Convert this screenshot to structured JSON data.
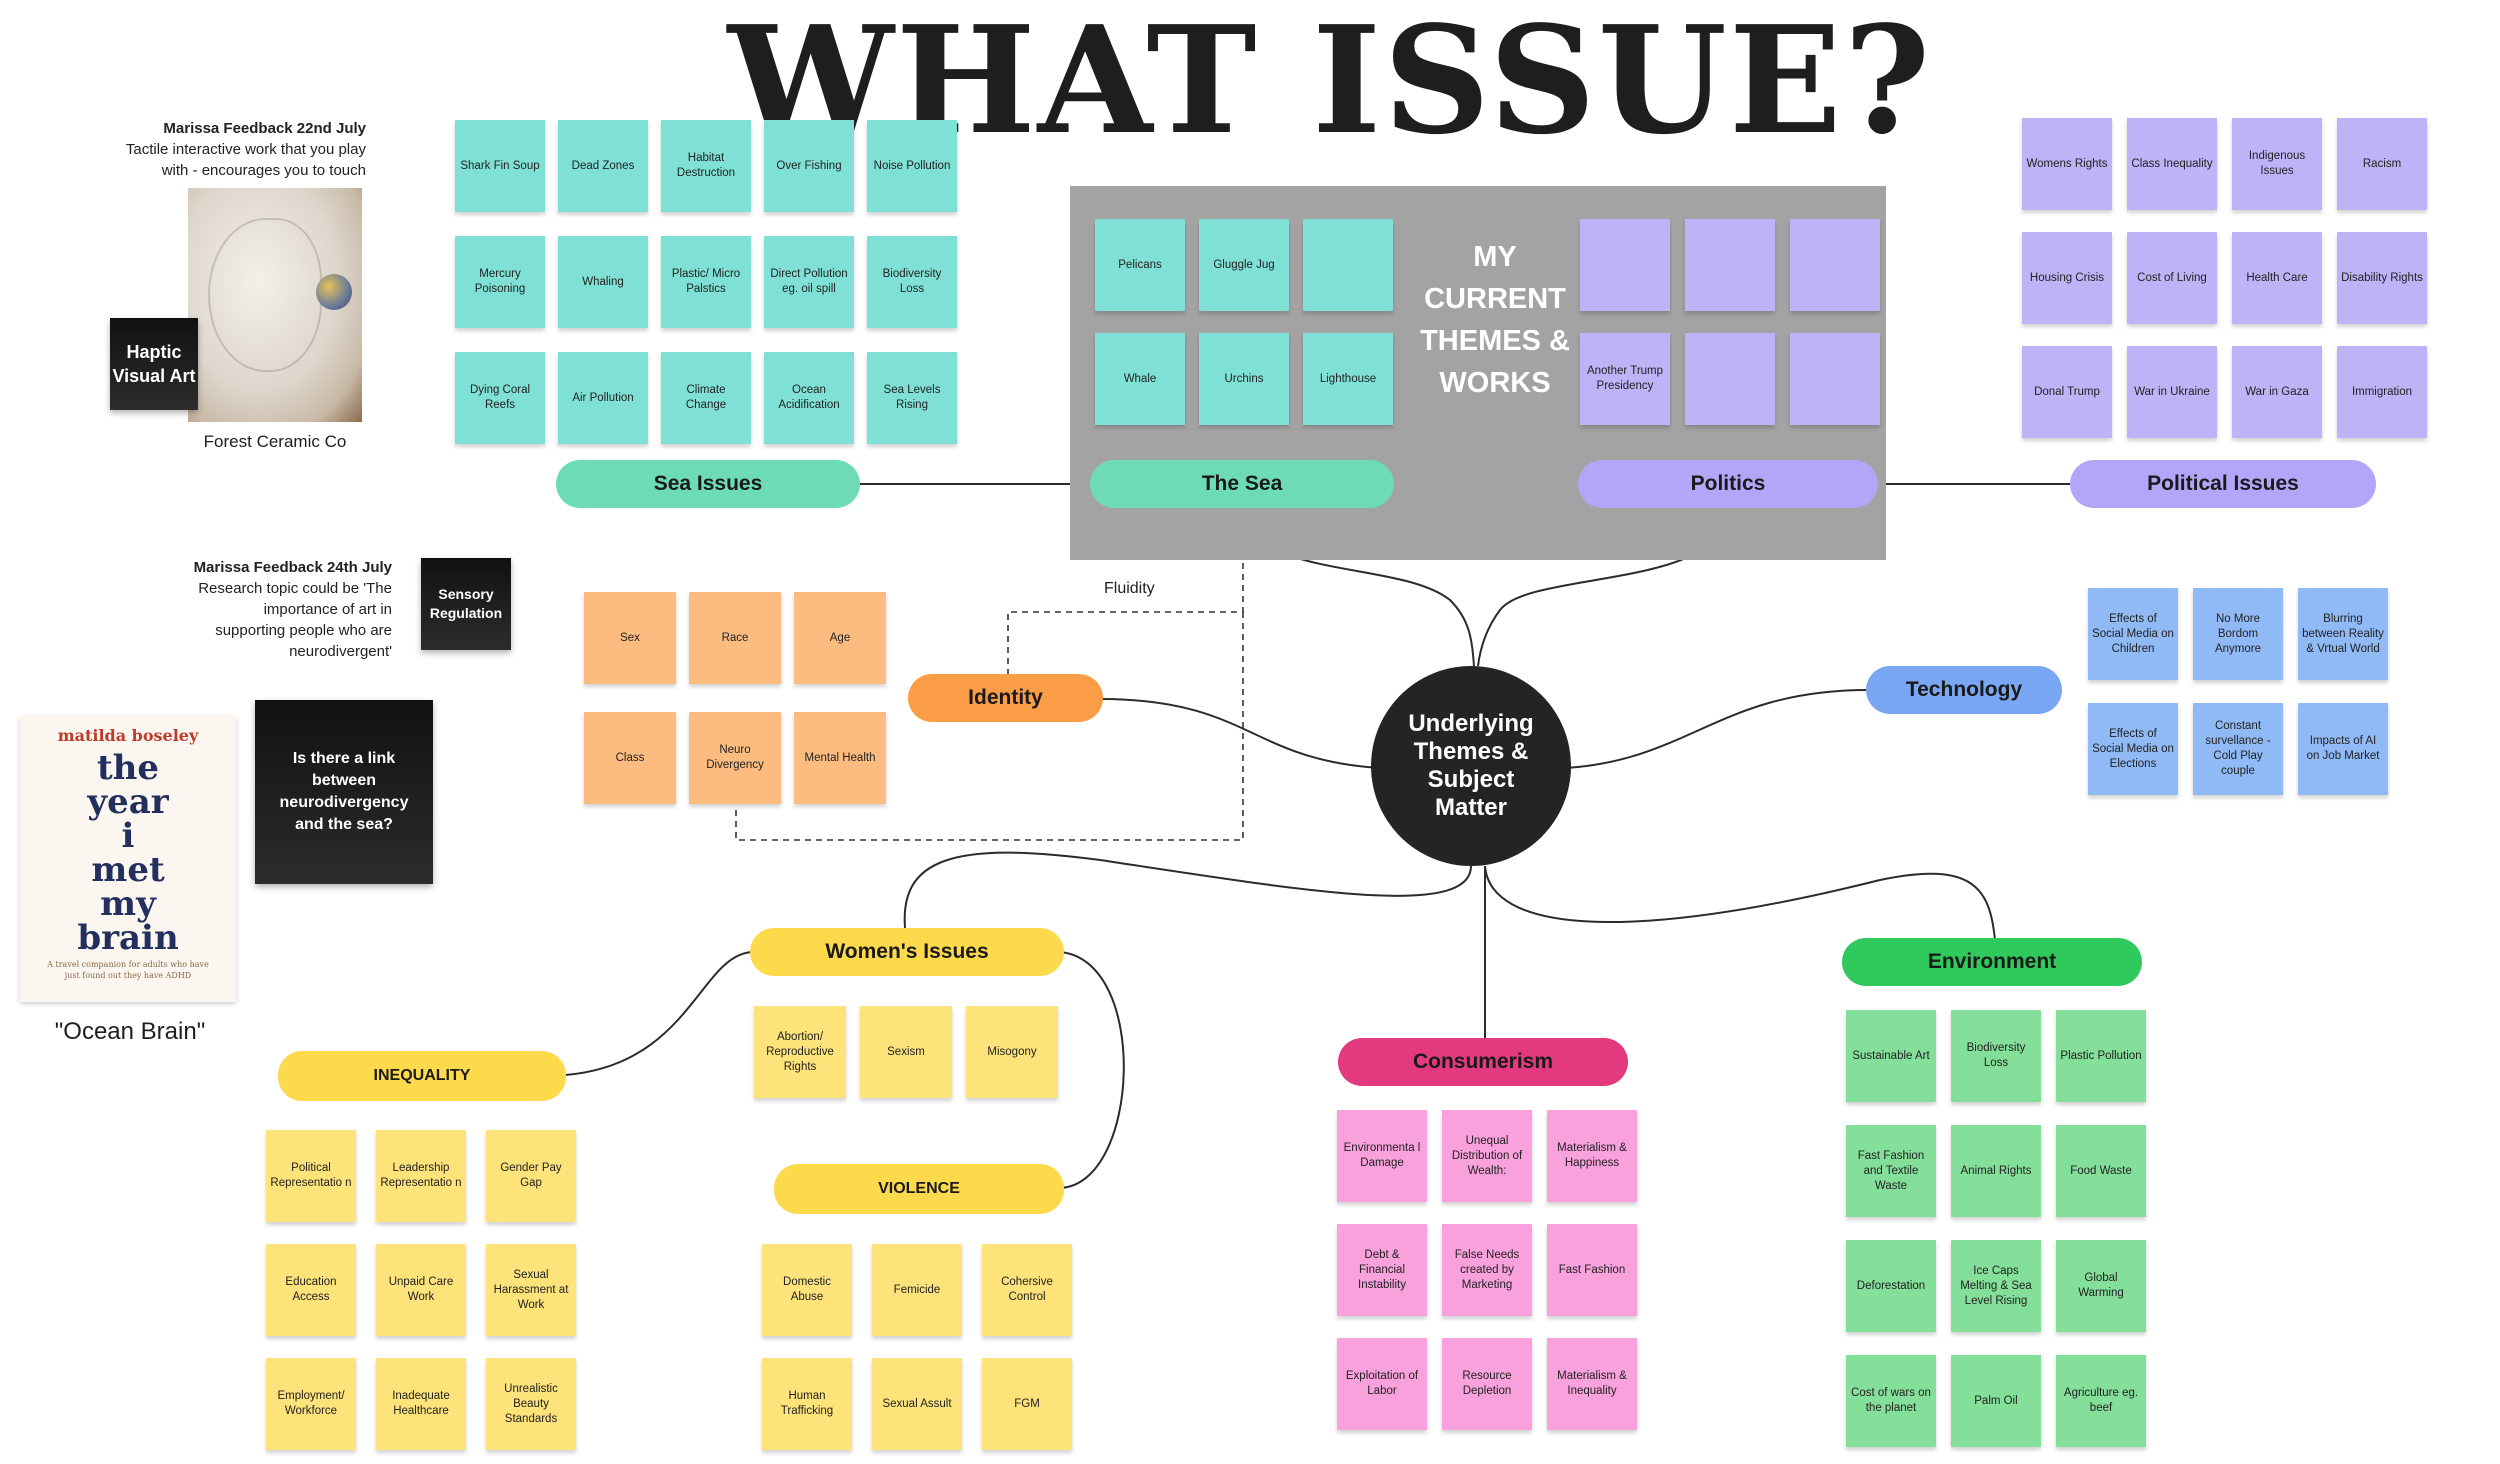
{
  "title": "WHAT ISSUE?",
  "center_node": "Underlying Themes & Subject Matter",
  "grey_box_title": "MY CURRENT THEMES & WORKS",
  "fluidity_label": "Fluidity",
  "branches": {
    "sea_issues": "Sea Issues",
    "the_sea": "The Sea",
    "politics": "Politics",
    "political_issues": "Political Issues",
    "identity": "Identity",
    "technology": "Technology",
    "womens_issues": "Women's Issues",
    "inequality": "INEQUALITY",
    "violence": "VIOLENCE",
    "consumerism": "Consumerism",
    "environment": "Environment"
  },
  "sea_issues_notes": [
    "Shark Fin Soup",
    "Dead Zones",
    "Habitat Destruction",
    "Over Fishing",
    "Noise Pollution",
    "Mercury Poisoning",
    "Whaling",
    "Plastic/ Micro Palstics",
    "Direct Pollution eg. oil spill",
    "Biodiversity Loss",
    "Dying Coral Reefs",
    "Air Pollution",
    "Climate Change",
    "Ocean Acidification",
    "Sea Levels Rising"
  ],
  "the_sea_notes": [
    "Pelicans",
    "Gluggle Jug",
    "",
    "Whale",
    "Urchins",
    "Lighthouse"
  ],
  "politics_notes": [
    "",
    "",
    "",
    "Another Trump Presidency",
    "",
    ""
  ],
  "political_issues_notes": [
    "Womens Rights",
    "Class Inequality",
    "Indigenous Issues",
    "Racism",
    "Housing Crisis",
    "Cost of Living",
    "Health Care",
    "Disability Rights",
    "Donal Trump",
    "War in Ukraine",
    "War in Gaza",
    "Immigration"
  ],
  "identity_notes": [
    "Sex",
    "Race",
    "Age",
    "Class",
    "Neuro Divergency",
    "Mental Health"
  ],
  "technology_notes": [
    "Effects of Social Media on Children",
    "No More Bordom Anymore",
    "Blurring between Reality & Vrtual World",
    "Effects of Social Media on Elections",
    "Constant survellance - Cold Play couple",
    "Impacts of AI on Job Market"
  ],
  "womens_issues_notes": [
    "Abortion/ Reproductive Rights",
    "Sexism",
    "Misogony"
  ],
  "inequality_notes": [
    "Political Representatio n",
    "Leadership Representatio n",
    "Gender Pay Gap",
    "Education Access",
    "Unpaid Care Work",
    "Sexual Harassment at Work",
    "Employment/ Workforce",
    "Inadequate Healthcare",
    "Unrealistic Beauty Standards"
  ],
  "violence_notes": [
    "Domestic Abuse",
    "Femicide",
    "Cohersive Control",
    "Human Trafficking",
    "Sexual Assult",
    "FGM"
  ],
  "consumerism_notes": [
    "Environmenta l Damage",
    "Unequal Distribution of Wealth:",
    "Materialism & Happiness",
    "Debt & Financial Instability",
    "False Needs created by Marketing",
    "Fast Fashion",
    "Exploitation of Labor",
    "Resource Depletion",
    "Materialism & Inequality"
  ],
  "environment_notes": [
    "Sustainable Art",
    "Biodiversity Loss",
    "Plastic Pollution",
    "Fast Fashion and Textile Waste",
    "Animal Rights",
    "Food Waste",
    "Deforestation",
    "Ice Caps Melting & Sea Level Rising",
    "Global Warming",
    "Cost of wars on the planet",
    "Palm Oil",
    "Agriculture eg. beef"
  ],
  "feedback1": {
    "heading": "Marissa Feedback 22nd July",
    "line1": "Tactile interactive work that you play",
    "line2": "with - encourages you to touch",
    "card": "Haptic Visual Art",
    "caption": "Forest Ceramic Co"
  },
  "feedback2": {
    "heading": "Marissa Feedback 24th July",
    "line1": "Research topic could be 'The",
    "line2": "importance of art in",
    "line3": "supporting people who are",
    "line4": "neurodivergent'",
    "card": "Sensory Regulation"
  },
  "book": {
    "author": "matilda boseley",
    "title_lines": [
      "the",
      "year",
      "i",
      "met",
      "my",
      "brain"
    ],
    "subtitle": "A travel companion for adults who have just found out they have ADHD",
    "caption": "\"Ocean Brain\""
  },
  "question_card": "Is there a link between neurodivergency and the sea?",
  "colors": {
    "teal": "#7fe1d6",
    "teal_pill": "#6ddbb6",
    "purple": "#c0b2f7",
    "purple_pill": "#b1a6f8",
    "orange": "#fcbc7f",
    "orange_pill": "#fa9d46",
    "yellow": "#fde37a",
    "yellow_pill": "#fdd94c",
    "pink": "#f8a1dd",
    "pink_pill": "#e2397f",
    "green": "#84df9b",
    "green_pill": "#2fc95d",
    "blue": "#90baf6",
    "blue_pill": "#7aa7f3",
    "grey_box": "#a3a3a3",
    "center": "#242424"
  }
}
